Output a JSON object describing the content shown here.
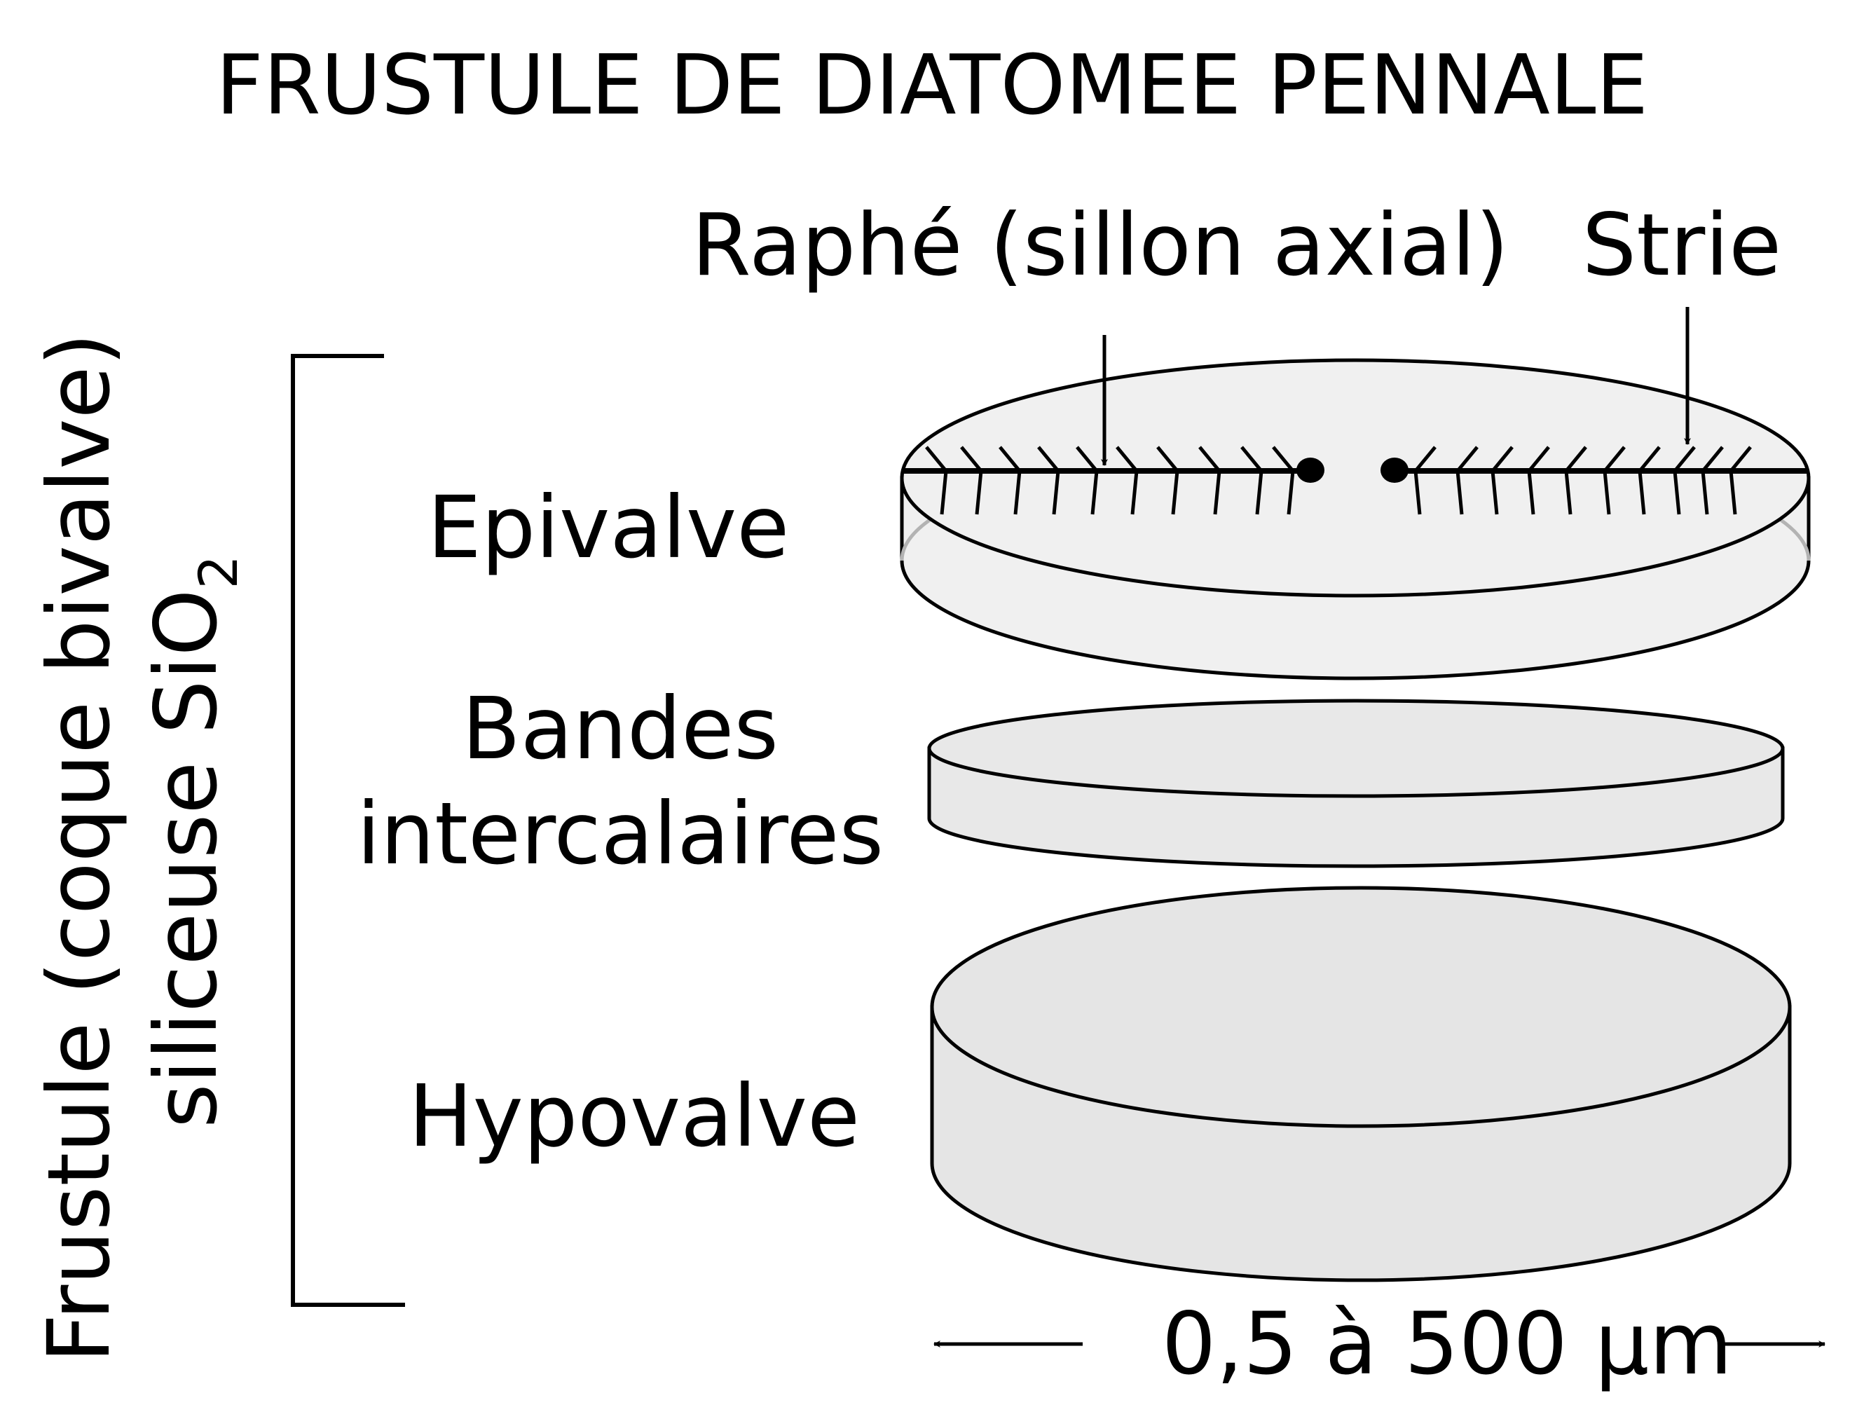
{
  "title": "FRUSTULE DE DIATOMEE PENNALE",
  "labels": {
    "raphe": "Raphé (sillon axial)",
    "strie": "Strie",
    "epivalve": "Epivalve",
    "bandes_line1": "Bandes",
    "bandes_line2": "intercalaires",
    "hypovalve": "Hypovalve",
    "scale": "0,5 à 500 µm"
  },
  "side_label": {
    "line1": "Frustule (coque bivalve)",
    "line2_text": "siliceuse SiO",
    "line2_subscript": "2"
  },
  "colors": {
    "stroke": "#000000",
    "epivalve_fill": "#f0f0f0",
    "bands_fill": "#e8e8e8",
    "hypovalve_fill": "#e5e5e5",
    "inner_rim": "#b3b3b3"
  }
}
